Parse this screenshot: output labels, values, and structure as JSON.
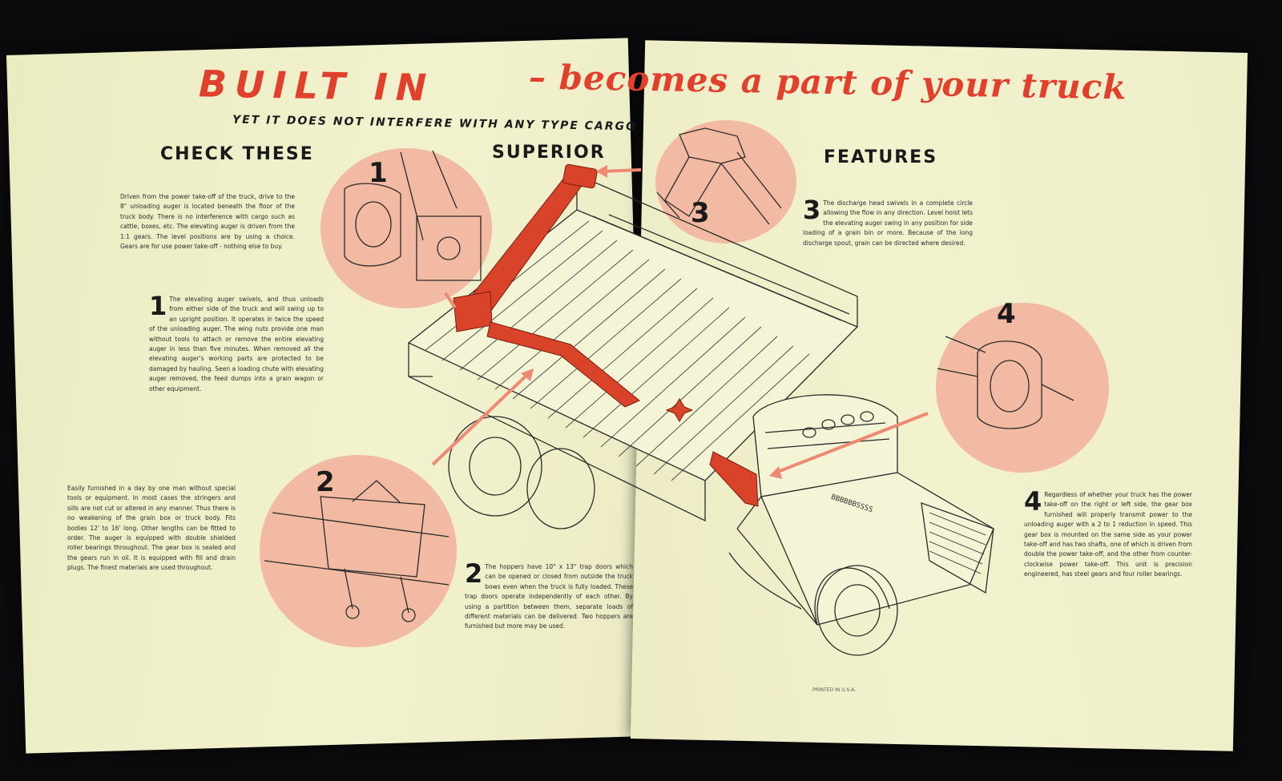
{
  "title": {
    "main": "BUILT IN",
    "script": "– becomes a part of your truck"
  },
  "subtitle": "YET IT DOES NOT INTERFERE WITH ANY TYPE CARGO",
  "headings": {
    "left": "CHECK THESE",
    "center": "SUPERIOR",
    "right": "FEATURES"
  },
  "circles": [
    {
      "number": "1"
    },
    {
      "number": "2"
    },
    {
      "number": "3"
    },
    {
      "number": "4"
    }
  ],
  "features": {
    "intro": "Driven from the power take-off of the truck, drive to the 8\" unloading auger is located beneath the floor of the truck body. There is no interference with cargo such as cattle, boxes, etc. The elevating auger is driven from the 1:1 gears. The level positions are by using a choice. Gears are for use power take-off - nothing else to buy.",
    "f1_number": "1",
    "f1": "The elevating auger swivels, and thus unloads from either side of the truck and will swing up to an upright position. It operates in twice the speed of the unloading auger. The wing nuts provide one man without tools to attach or remove the entire elevating auger in less than five minutes. When removed all the elevating auger's working parts are protected to be damaged by hauling. Seen a loading chute with elevating auger removed, the feed dumps into a grain wagon or other equipment.",
    "f2a": "Easily furnished in a day by one man without special tools or equipment. In most cases the stringers and sills are not cut or altered in any manner. Thus there is no weakening of the grain box or truck body. Fits bodies 12' to 16' long. Other lengths can be fitted to order. The auger is equipped with double shielded roller bearings throughout. The gear box is sealed and the gears run in oil. It is equipped with fill and drain plugs. The finest materials are used throughout.",
    "f2_number": "2",
    "f2b": "The hoppers have 10\" x 13\" trap doors which can be opened or closed from outside the truck bows even when the truck is fully loaded. These trap doors operate independently of each other. By using a partition between them, separate loads of different materials can be delivered. Two hoppers are furnished but more may be used.",
    "f3_number": "3",
    "f3": "The discharge head swivels in a complete circle allowing the flow in any direction. Level hoist lets the elevating auger swing in any position for side loading of a grain bin or more. Because of the long discharge spout, grain can be directed where desired.",
    "f4_number": "4",
    "f4": "Regardless of whether your truck has the power take-off on the right or left side, the gear box furnished will properly transmit power to the unloading auger with a 2 to 1 reduction in speed. This gear box is mounted on the same side as your power take-off and has two shafts, one of which is driven from double the power take-off, and the other from counter-clockwise power take-off. This unit is precision engineered, has steel gears and four roller bearings."
  },
  "footer": "PRINTED IN U.S.A.",
  "truck": {
    "grille_label": "BBBBBBSSSS"
  },
  "colors": {
    "paper": "#efefc9",
    "accent_red": "#e0402c",
    "circle_pink": "#f2baa2",
    "ink": "#1a1a1a",
    "background": "#0b0b0d"
  }
}
